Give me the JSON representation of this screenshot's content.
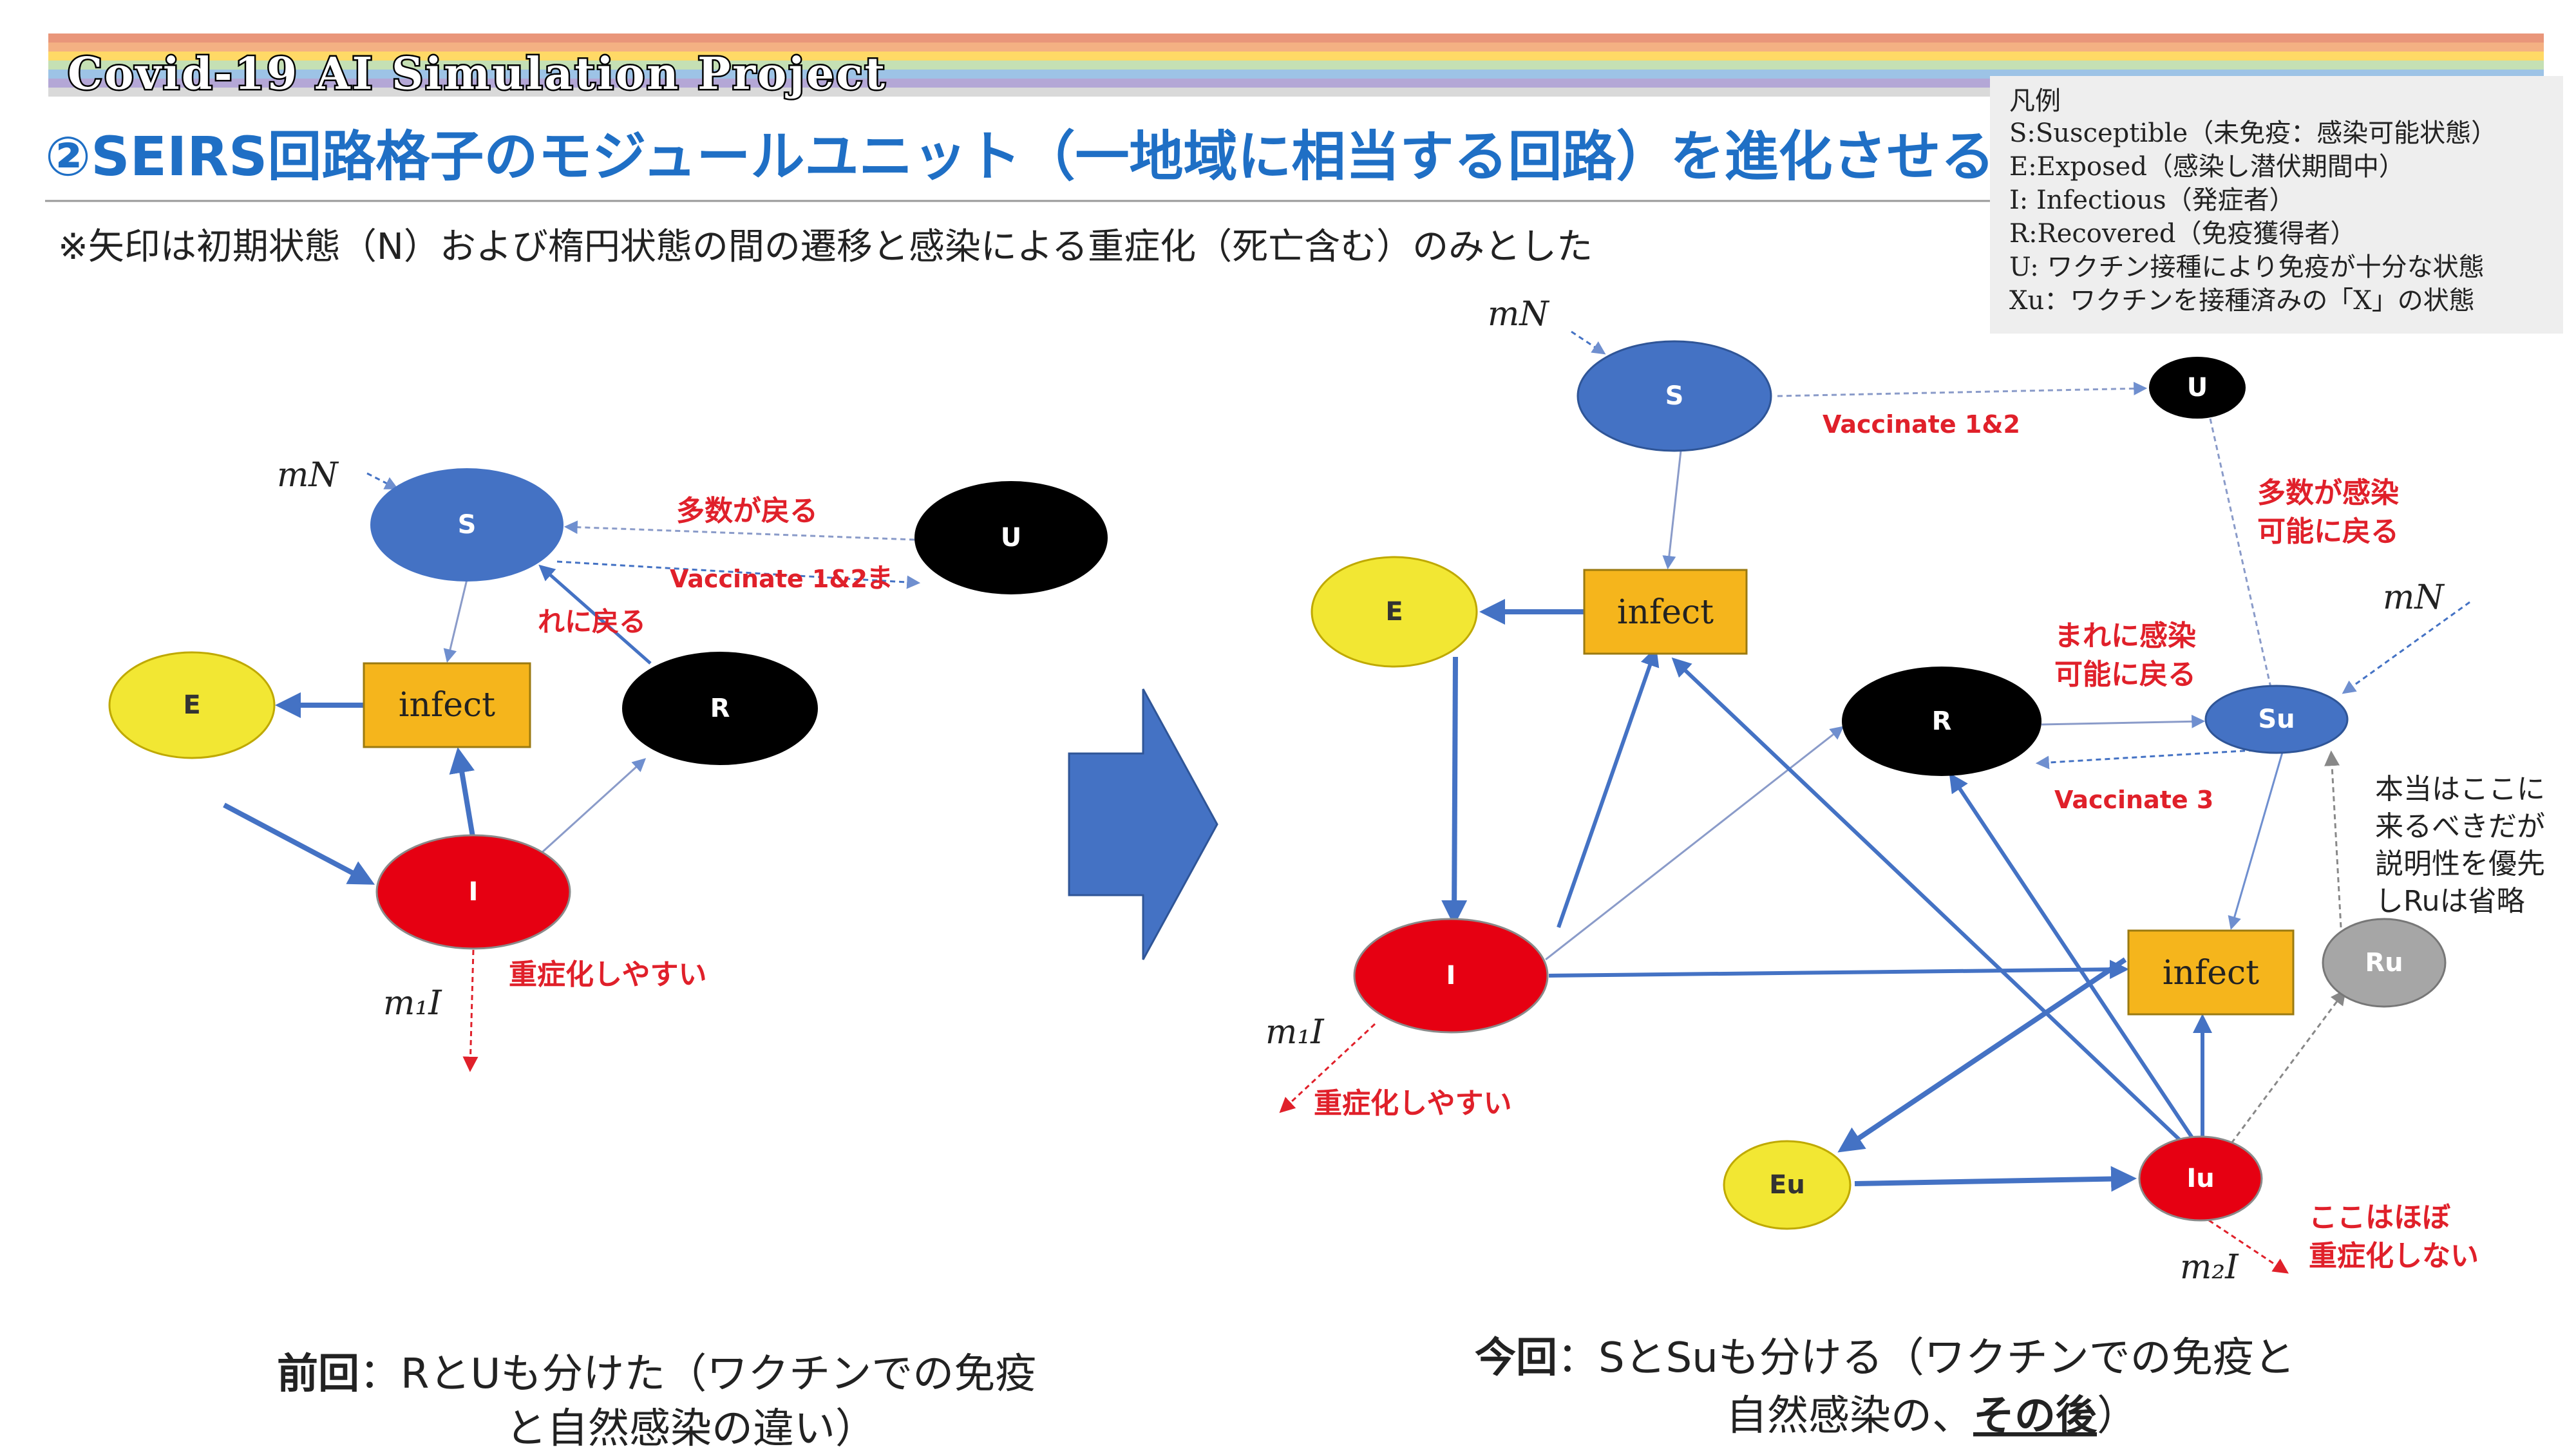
{
  "header": {
    "project_title": "Covid-19 AI Simulation Project",
    "slide_title": "②SEIRS回路格子のモジュールユニット（一地域に相当する回路）を進化させる",
    "note": "※矢印は初期状態（N）および楕円状態の間の遷移と感染による重症化（死亡含む）のみとした",
    "rainbow_colors": [
      "#e9967a",
      "#f4b183",
      "#ffd966",
      "#c5e0b4",
      "#9dc3e6",
      "#b4a7d6",
      "#d9d9d9"
    ]
  },
  "legend": {
    "title": "凡例",
    "lines": [
      "S:Susceptible（未免疫：感染可能状態）",
      "E:Exposed（感染し潜伏期間中）",
      "I: Infectious（発症者）",
      "R:Recovered（免疫獲得者）",
      "U: ワクチン接種により免疫が十分な状態",
      "Xu：ワクチンを接種済みの「X」の状態"
    ]
  },
  "left": {
    "nodes": {
      "S": "S",
      "U": "U",
      "E": "E",
      "infect": "infect",
      "R": "R",
      "I": "I"
    },
    "labels": {
      "mN": "mN",
      "return_many": "多数が戻る",
      "vaccinate": "Vaccinate 1&2",
      "rarely_a": "ま",
      "rarely_b": "れに戻る",
      "severe": "重症化しやすい",
      "m1I": "m₁I"
    },
    "caption_bold": "前回",
    "caption_line1": "：RとUも分けた（ワクチンでの免疫",
    "caption_line2": "と自然感染の違い）"
  },
  "right": {
    "nodes": {
      "S": "S",
      "U": "U",
      "E": "E",
      "infect": "infect",
      "R": "R",
      "Su": "Su",
      "I": "I",
      "infect2": "infect",
      "Ru": "Ru",
      "Eu": "Eu",
      "Iu": "Iu"
    },
    "labels": {
      "mN_top": "mN",
      "mN_right": "mN",
      "vaccinate12": "Vaccinate 1&2",
      "return_many_1": "多数が感染",
      "return_many_2": "可能に戻る",
      "rarely_1": "まれに感染",
      "rarely_2": "可能に戻る",
      "vaccinate3": "Vaccinate 3",
      "note_1": "本当はここに",
      "note_2": "来るべきだが",
      "note_3": "説明性を優先",
      "note_4": "しRuは省略",
      "severe": "重症化しやすい",
      "m1I": "m₁I",
      "hardly_1": "ここはほぼ",
      "hardly_2": "重症化しない",
      "m2I": "m₂I"
    },
    "caption_bold": "今回",
    "caption_line1": "：SとSuも分ける（ワクチンでの免疫と",
    "caption_line2a": "自然感染の、",
    "caption_line2b": "その後",
    "caption_line2c": "）"
  },
  "colors": {
    "blue_node": "#4472c4",
    "black_node": "#000000",
    "yellow_node": "#f2e733",
    "red_node": "#e60012",
    "orange_box": "#f5b51c",
    "gray_node": "#a6a6a6",
    "arrow_blue": "#4472c4",
    "label_red": "#e0202a",
    "title_blue": "#1f6fc5"
  }
}
